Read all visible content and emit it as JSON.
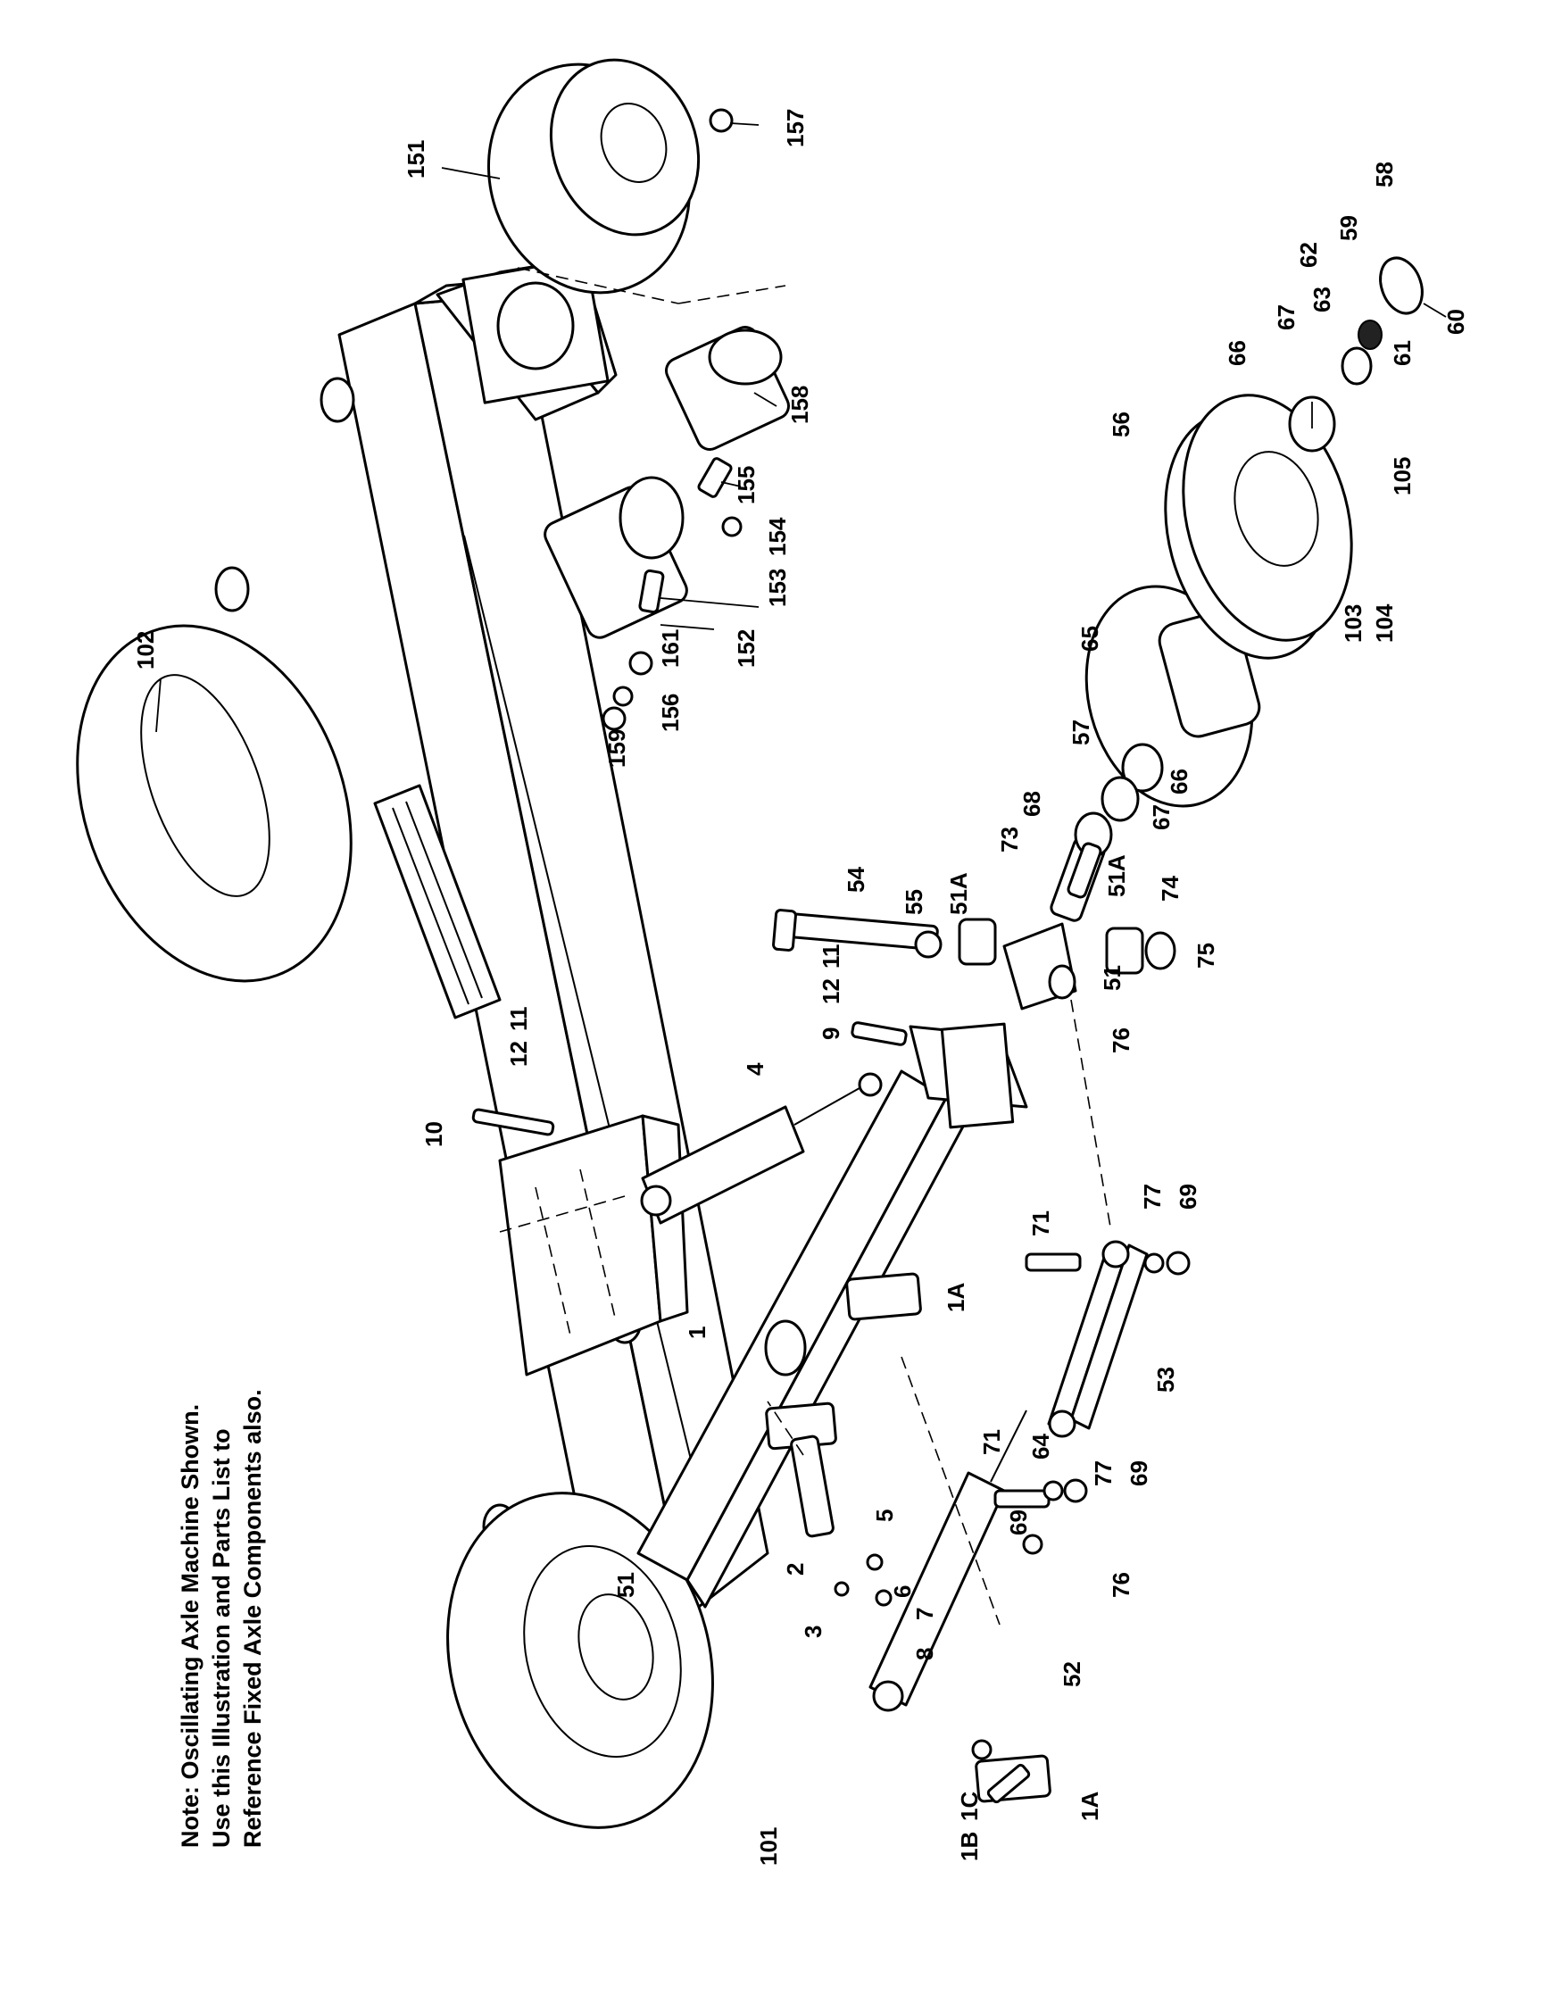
{
  "note": {
    "lines": [
      "Note: Oscillating Axle Machine Shown.",
      "Use this Illustration and Parts List to",
      "Reference Fixed Axle Components also."
    ]
  },
  "callouts": [
    "151",
    "157",
    "102",
    "158",
    "155",
    "154",
    "153",
    "152",
    "161",
    "156",
    "159",
    "56",
    "66",
    "67",
    "63",
    "61",
    "62",
    "59",
    "58",
    "60",
    "105",
    "103",
    "104",
    "65",
    "57",
    "66",
    "67",
    "68",
    "73",
    "54",
    "55",
    "51A",
    "51A",
    "74",
    "75",
    "51",
    "76",
    "12",
    "11",
    "9",
    "12",
    "11",
    "10",
    "4",
    "71",
    "77",
    "69",
    "53",
    "1A",
    "1",
    "71",
    "64",
    "77",
    "69",
    "69",
    "76",
    "5",
    "2",
    "6",
    "7",
    "8",
    "3",
    "52",
    "1A",
    "1C",
    "1B",
    "51",
    "101"
  ]
}
